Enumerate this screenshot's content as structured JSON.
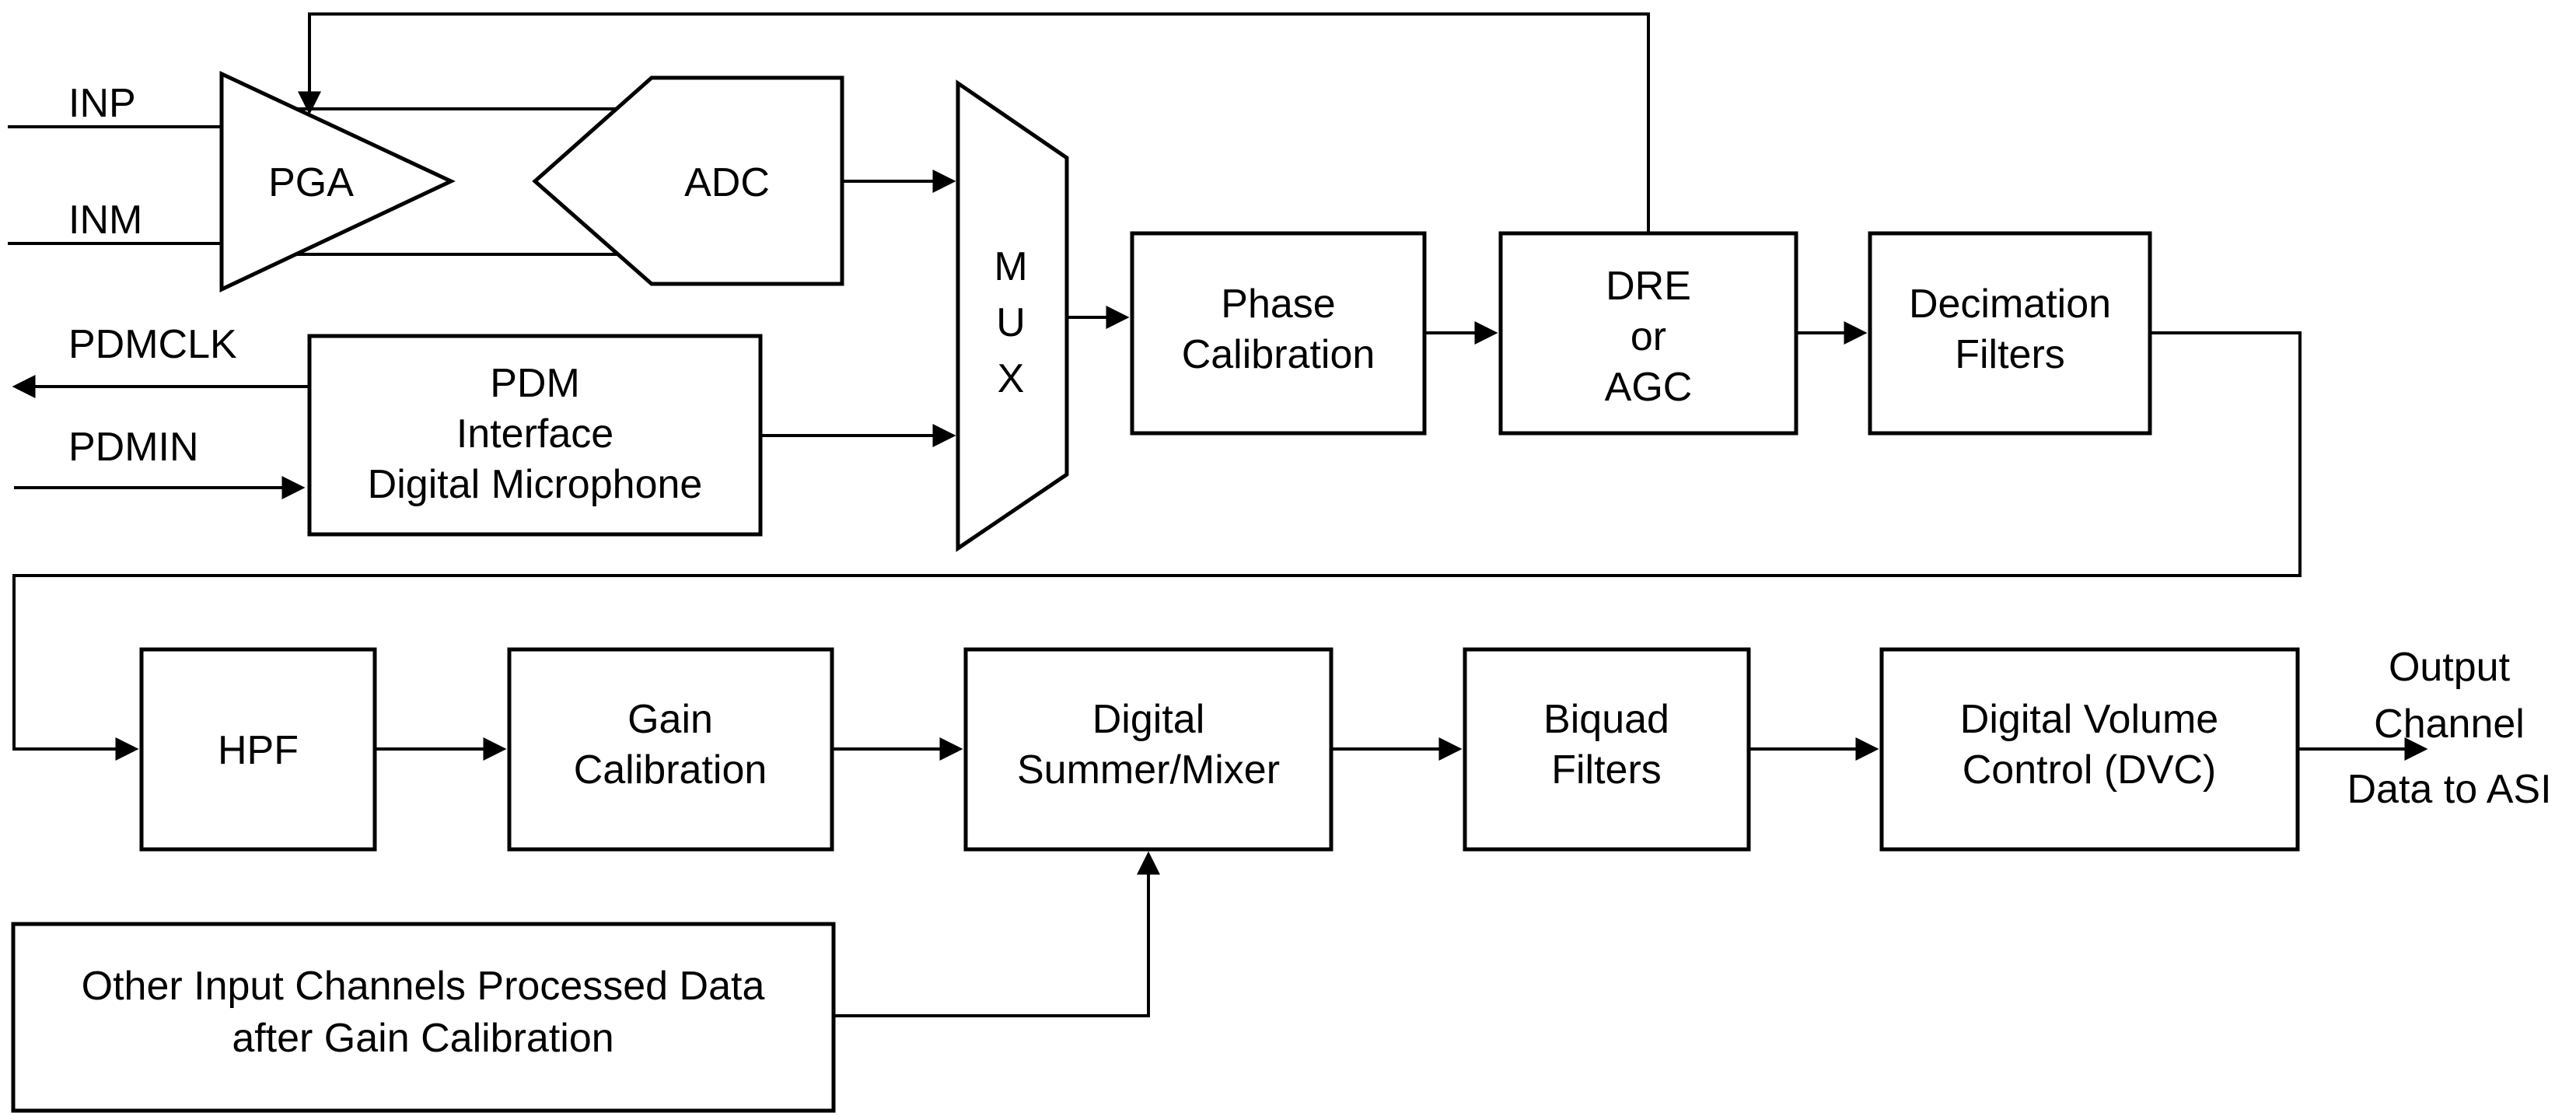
{
  "diagram": {
    "type": "block-diagram",
    "description": "Audio input channel signal chain",
    "colors": {
      "stroke": "#000000",
      "background": "#ffffff",
      "text": "#000000"
    },
    "inputs": {
      "inp": "INP",
      "inm": "INM",
      "pdmclk": "PDMCLK",
      "pdmin": "PDMIN"
    },
    "output": {
      "lines": [
        "Output",
        "Channel",
        "Data to ASI"
      ]
    },
    "blocks": {
      "pga": {
        "label": "PGA"
      },
      "adc": {
        "label": "ADC"
      },
      "mux": {
        "letters": [
          "M",
          "U",
          "X"
        ]
      },
      "pdm": {
        "lines": [
          "PDM",
          "Interface",
          "Digital Microphone"
        ]
      },
      "phase": {
        "lines": [
          "Phase",
          "Calibration"
        ]
      },
      "dre": {
        "lines": [
          "DRE",
          "or",
          "AGC"
        ]
      },
      "decim": {
        "lines": [
          "Decimation",
          "Filters"
        ]
      },
      "hpf": {
        "label": "HPF"
      },
      "gain": {
        "lines": [
          "Gain",
          "Calibration"
        ]
      },
      "summer": {
        "lines": [
          "Digital",
          "Summer/Mixer"
        ]
      },
      "biquad": {
        "lines": [
          "Biquad",
          "Filters"
        ]
      },
      "dvc": {
        "lines": [
          "Digital Volume",
          "Control (DVC)"
        ]
      },
      "other": {
        "lines": [
          "Other Input Channels Processed Data",
          "after Gain Calibration"
        ]
      }
    }
  }
}
